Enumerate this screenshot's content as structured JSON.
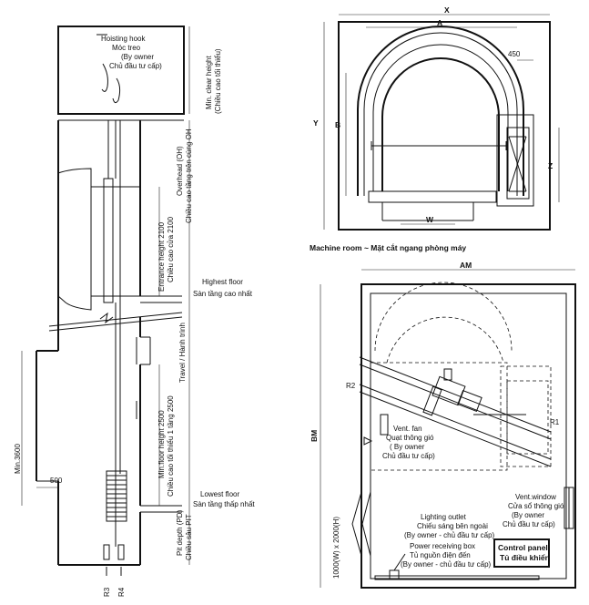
{
  "left": {
    "hoisting_hook_en": "Hoisting hook",
    "hoisting_hook_vi": "Móc treo",
    "hoisting_hook_owner_en": "(By owner",
    "hoisting_hook_owner_vi": "Chủ đầu tư cấp)",
    "min_clear_height_en": "Min. clear height",
    "min_clear_height_vi": "(Chiều cao tối thiểu)",
    "overhead_en": "Overhead (OH)",
    "overhead_vi": "Chiều cao tầng trên cùng OH",
    "entrance_height_en": "Entrance height 2100",
    "entrance_height_vi": "Chiều cao cửa 2100",
    "highest_floor_en": "Highest floor",
    "highest_floor_vi": "Sàn tầng cao nhất",
    "travel": "Travel / Hành trình",
    "min_floor_height_en": "Min.floor height 2500",
    "min_floor_height_vi": "Chiều cao tối thiểu 1 tầng 2500",
    "min_3600": "Min.3600",
    "dim_500": "500",
    "lowest_floor_en": "Lowest floor",
    "lowest_floor_vi": "Sàn tầng thấp nhất",
    "pit_depth_en": "Pit depth (PD)",
    "pit_depth_vi": "Chiều sâu PIT",
    "r3": "R3",
    "r4": "R4"
  },
  "top_right": {
    "x": "X",
    "a": "A",
    "d450": "450",
    "y": "Y",
    "b": "B",
    "z": "Z",
    "w": "W",
    "caption": "Machine room ~ Mặt cắt ngang phòng máy"
  },
  "bottom_right": {
    "am": "AM",
    "bm": "BM",
    "r2": "R2",
    "r1": "R1",
    "vent_fan_1": "Vent. fan",
    "vent_fan_2": "Quạt thông gió",
    "vent_fan_3": "( By owner",
    "vent_fan_4": "Chủ đầu tư cấp)",
    "vent_window_1": "Vent.window",
    "vent_window_2": "Cửa sổ thông gió",
    "vent_window_3": "(By owner",
    "vent_window_4": "Chủ đầu tư cấp)",
    "lighting_1": "Lighting outlet",
    "lighting_2": "Chiếu sáng bên ngoài",
    "lighting_3": "(By owner - chủ đầu tư cấp)",
    "power_1": "Power receiving box",
    "power_2": "Tủ nguồn điện đến",
    "power_3": "(By owner - chủ đầu tư cấp)",
    "control_1": "Control panel",
    "control_2": "Tủ điều khiển",
    "door_dim": "1000(W) x 2000(H)"
  }
}
